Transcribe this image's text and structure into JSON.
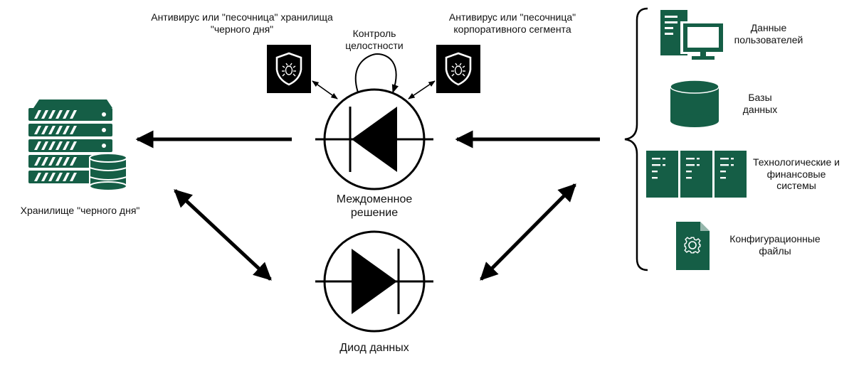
{
  "labels": {
    "av_blackday": "Антивирус или \"песочница\" хранилища \"черного дня\"",
    "av_corporate": "Антивирус или \"песочница\" корпоративного сегмента",
    "integrity": "Контроль целостности",
    "interdomain": "Междоменное решение",
    "data_diode": "Диод данных",
    "blackday_storage": "Хранилище \"черного дня\""
  },
  "sources": [
    {
      "label": "Данные пользователей",
      "icon": "workstation-icon"
    },
    {
      "label": "Базы данных",
      "icon": "database-icon"
    },
    {
      "label": "Технологические и финансовые системы",
      "icon": "servers-icon"
    },
    {
      "label": "Конфигурационные файлы",
      "icon": "config-file-icon"
    }
  ],
  "colors": {
    "accent_green": "#155e46",
    "black": "#000000",
    "white": "#ffffff"
  }
}
